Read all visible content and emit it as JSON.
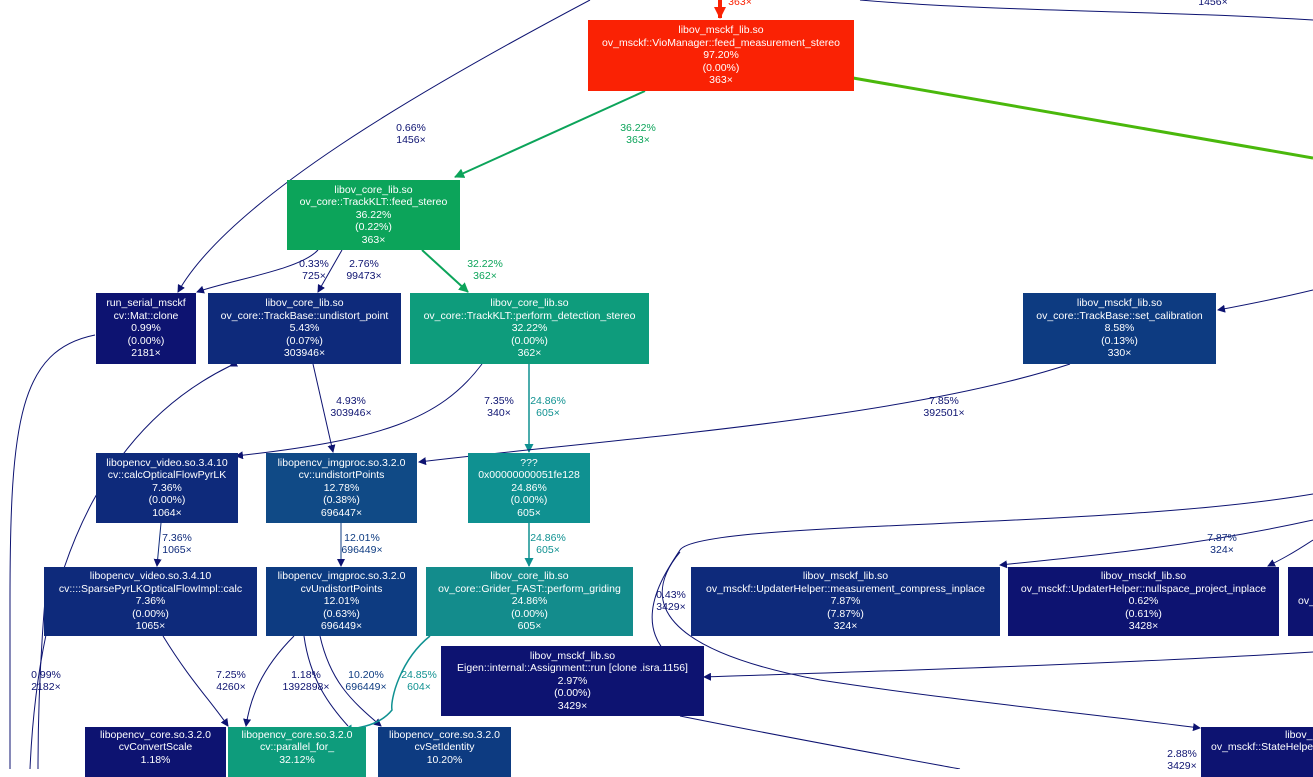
{
  "colors": {
    "red": "#fa2204",
    "green_dark": "#0ca45a",
    "green_teal": "#0e9c7c",
    "teal": "#0f9191",
    "teal2": "#138c8c",
    "navy": "#0d1371",
    "navy2": "#0e2a7b",
    "blue_mid": "#0d3b81",
    "blue_light": "#104a86",
    "lime": "#4ab80c"
  },
  "nodes": [
    {
      "id": "feed_measurement_stereo",
      "lines": [
        "libov_msckf_lib.so",
        "ov_msckf::VioManager::feed_measurement_stereo",
        "97.20%",
        "(0.00%)",
        "363×"
      ]
    },
    {
      "id": "feed_stereo",
      "lines": [
        "libov_core_lib.so",
        "ov_core::TrackKLT::feed_stereo",
        "36.22%",
        "(0.22%)",
        "363×"
      ]
    },
    {
      "id": "mat_clone",
      "lines": [
        "run_serial_msckf",
        "cv::Mat::clone",
        "0.99%",
        "(0.00%)",
        "2181×"
      ]
    },
    {
      "id": "undistort_point",
      "lines": [
        "libov_core_lib.so",
        "ov_core::TrackBase::undistort_point",
        "5.43%",
        "(0.07%)",
        "303946×"
      ]
    },
    {
      "id": "perform_detection_stereo",
      "lines": [
        "libov_core_lib.so",
        "ov_core::TrackKLT::perform_detection_stereo",
        "32.22%",
        "(0.00%)",
        "362×"
      ]
    },
    {
      "id": "set_calibration",
      "lines": [
        "libov_msckf_lib.so",
        "ov_core::TrackBase::set_calibration",
        "8.58%",
        "(0.13%)",
        "330×"
      ]
    },
    {
      "id": "calc_optical_flow",
      "lines": [
        "libopencv_video.so.3.4.10",
        "cv::calcOpticalFlowPyrLK",
        "7.36%",
        "(0.00%)",
        "1064×"
      ]
    },
    {
      "id": "cv_undistort_points",
      "lines": [
        "libopencv_imgproc.so.3.2.0",
        "cv::undistortPoints",
        "12.78%",
        "(0.38%)",
        "696447×"
      ]
    },
    {
      "id": "unknown",
      "lines": [
        "???",
        "0x00000000051fe128",
        "24.86%",
        "(0.00%)",
        "605×"
      ]
    },
    {
      "id": "sparse_pyr",
      "lines": [
        "libopencv_video.so.3.4.10",
        "cv::::SparsePyrLKOpticalFlowImpl::calc",
        "7.36%",
        "(0.00%)",
        "1065×"
      ]
    },
    {
      "id": "cv_undistort_points_c",
      "lines": [
        "libopencv_imgproc.so.3.2.0",
        "cvUndistortPoints",
        "12.01%",
        "(0.63%)",
        "696449×"
      ]
    },
    {
      "id": "perform_griding",
      "lines": [
        "libov_core_lib.so",
        "ov_core::Grider_FAST::perform_griding",
        "24.86%",
        "(0.00%)",
        "605×"
      ]
    },
    {
      "id": "measurement_compress",
      "lines": [
        "libov_msckf_lib.so",
        "ov_msckf::UpdaterHelper::measurement_compress_inplace",
        "7.87%",
        "(7.87%)",
        "324×"
      ]
    },
    {
      "id": "nullspace_project",
      "lines": [
        "libov_msckf_lib.so",
        "ov_msckf::UpdaterHelper::nullspace_project_inplace",
        "0.62%",
        "(0.61%)",
        "3428×"
      ]
    },
    {
      "id": "eigen_assignment",
      "lines": [
        "libov_msckf_lib.so",
        "Eigen::internal::Assignment::run [clone .isra.1156]",
        "2.97%",
        "(0.00%)",
        "3429×"
      ]
    },
    {
      "id": "cv_convert_scale",
      "lines": [
        "libopencv_core.so.3.2.0",
        "cvConvertScale",
        "1.18%"
      ]
    },
    {
      "id": "parallel_for",
      "lines": [
        "libopencv_core.so.3.2.0",
        "cv::parallel_for_",
        "32.12%"
      ]
    },
    {
      "id": "set_identity",
      "lines": [
        "libopencv_core.so.3.2.0",
        "cvSetIdentity",
        "10.20%"
      ]
    },
    {
      "id": "state_helper",
      "lines": [
        "libov_",
        "ov_msckf::StateHelpe"
      ]
    },
    {
      "id": "partial_right",
      "lines": [
        "",
        "ov_"
      ]
    }
  ],
  "edge_labels": [
    {
      "id": "top_in",
      "lines": [
        "363×"
      ]
    },
    {
      "id": "top_right",
      "lines": [
        "1456×"
      ]
    },
    {
      "id": "to_clone_far",
      "lines": [
        "0.66%",
        "1456×"
      ]
    },
    {
      "id": "to_feed_stereo",
      "lines": [
        "36.22%",
        "363×"
      ]
    },
    {
      "id": "to_clone",
      "lines": [
        "0.33%",
        "725×"
      ]
    },
    {
      "id": "to_undistort_point",
      "lines": [
        "2.76%",
        "99473×"
      ]
    },
    {
      "id": "to_detection",
      "lines": [
        "32.22%",
        "362×"
      ]
    },
    {
      "id": "to_calc_optical",
      "lines": [
        "7.35%",
        "340×"
      ]
    },
    {
      "id": "to_unknown",
      "lines": [
        "24.86%",
        "605×"
      ]
    },
    {
      "id": "to_cv_undistort",
      "lines": [
        "4.93%",
        "303946×"
      ]
    },
    {
      "id": "from_set_calibration",
      "lines": [
        "7.85%",
        "392501×"
      ]
    },
    {
      "id": "to_sparse",
      "lines": [
        "7.36%",
        "1065×"
      ]
    },
    {
      "id": "to_cvundistort_c",
      "lines": [
        "12.01%",
        "696449×"
      ]
    },
    {
      "id": "to_griding",
      "lines": [
        "24.86%",
        "605×"
      ]
    },
    {
      "id": "to_measurement_compress",
      "lines": [
        "7.87%",
        "324×"
      ]
    },
    {
      "id": "to_eigen",
      "lines": [
        "0.43%",
        "3429×"
      ]
    },
    {
      "id": "clone_down",
      "lines": [
        "0.99%",
        "2182×"
      ]
    },
    {
      "id": "to_convert_scale",
      "lines": [
        "7.25%",
        "4260×"
      ]
    },
    {
      "id": "to_convert_scale2",
      "lines": [
        "1.18%",
        "1392898×"
      ]
    },
    {
      "id": "to_set_identity",
      "lines": [
        "10.20%",
        "696449×"
      ]
    },
    {
      "id": "to_parallel_for",
      "lines": [
        "24.85%",
        "604×"
      ]
    },
    {
      "id": "to_state_helper",
      "lines": [
        "2.88%",
        "3429×"
      ]
    }
  ]
}
